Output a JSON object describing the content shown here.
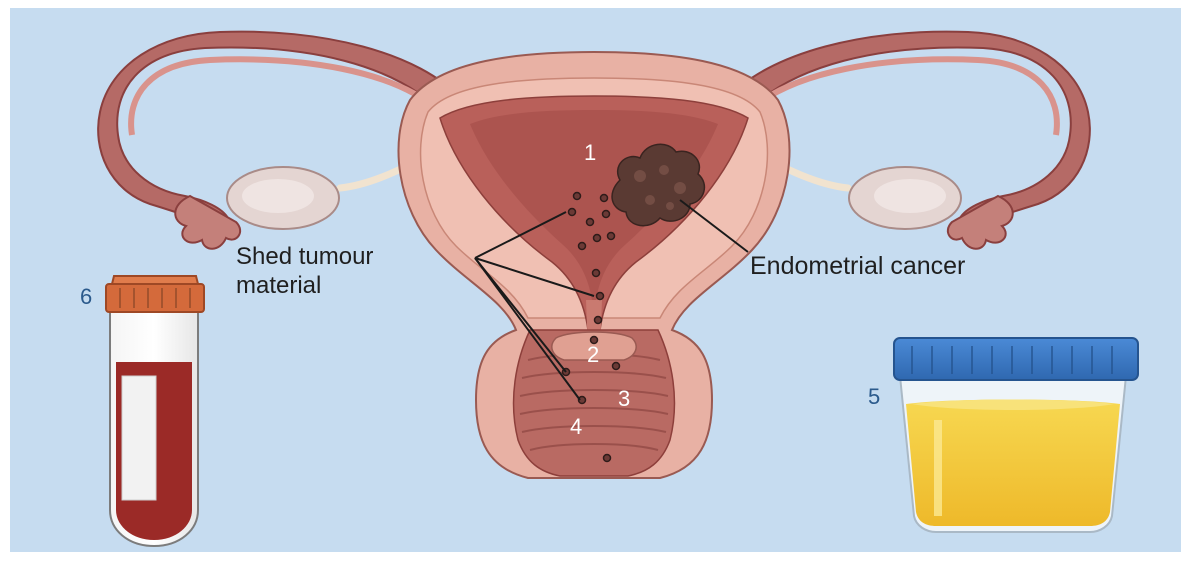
{
  "labels": {
    "shed_tumour": "Shed tumour\nmaterial",
    "endometrial_cancer": "Endometrial cancer"
  },
  "sites": {
    "uterine_cavity": "1",
    "cervix": "2",
    "vagina_upper": "3",
    "vagina_lower": "4",
    "urine_sample": "5",
    "blood_sample": "6"
  },
  "colors": {
    "background": "#c6dcf0",
    "uterus_wall": "#e8b1a4",
    "endometrium": "#b9605a",
    "tumour": "#5a3a33",
    "blood": "#9b2a27",
    "tube_cap": "#d46a3b",
    "urine": "#f3c93d",
    "urine_cap": "#3a78c2",
    "label_text": "#1f1f1f",
    "number_dark": "#2b5a8c"
  }
}
